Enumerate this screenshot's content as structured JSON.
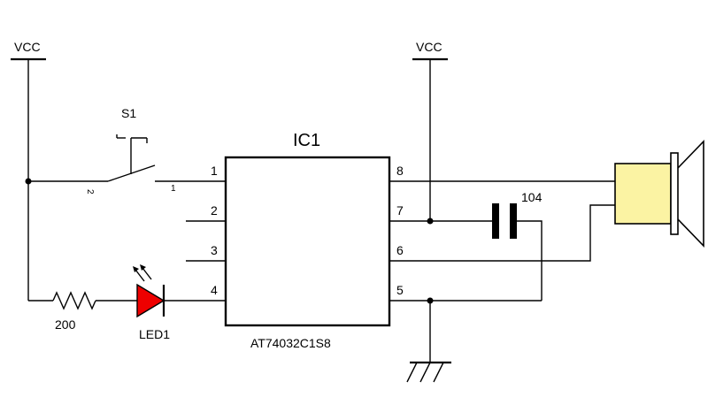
{
  "labels": {
    "vcc_left": "VCC",
    "vcc_right": "VCC",
    "switch_name": "S1",
    "switch_pin_left": "2",
    "switch_pin_right": "1",
    "ic_name": "IC1",
    "ic_part": "AT74032C1S8",
    "resistor_value": "200",
    "led_name": "LED1",
    "capacitor_value": "104"
  },
  "ic_pins": {
    "p1": "1",
    "p2": "2",
    "p3": "3",
    "p4": "4",
    "p5": "5",
    "p6": "6",
    "p7": "7",
    "p8": "8"
  },
  "colors": {
    "led_fill": "#ee0000",
    "speaker_fill": "#fbf3a3",
    "wire": "#000000"
  }
}
